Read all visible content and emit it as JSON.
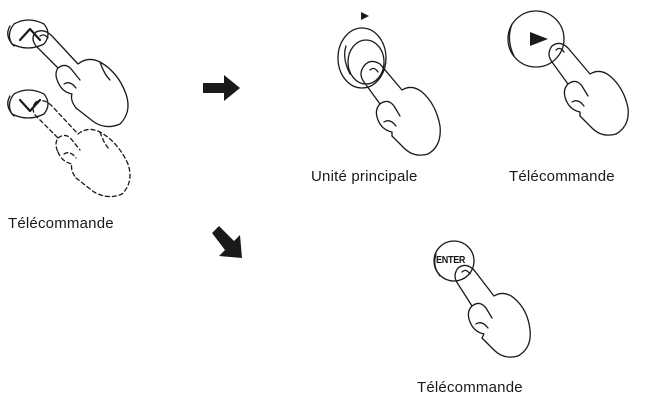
{
  "captions": {
    "left_remote": "Télécommande",
    "main_unit": "Unité principale",
    "right_remote": "Télécommande",
    "bottom_remote": "Télécommande"
  },
  "buttons": {
    "enter_label": "ENTER"
  },
  "icons": {
    "up_button": "chevron-up-icon",
    "down_button": "chevron-down-icon",
    "arrow_right": "arrow-right-icon",
    "arrow_down_right": "arrow-down-right-icon",
    "play_main": "play-icon",
    "play_remote": "play-icon"
  }
}
